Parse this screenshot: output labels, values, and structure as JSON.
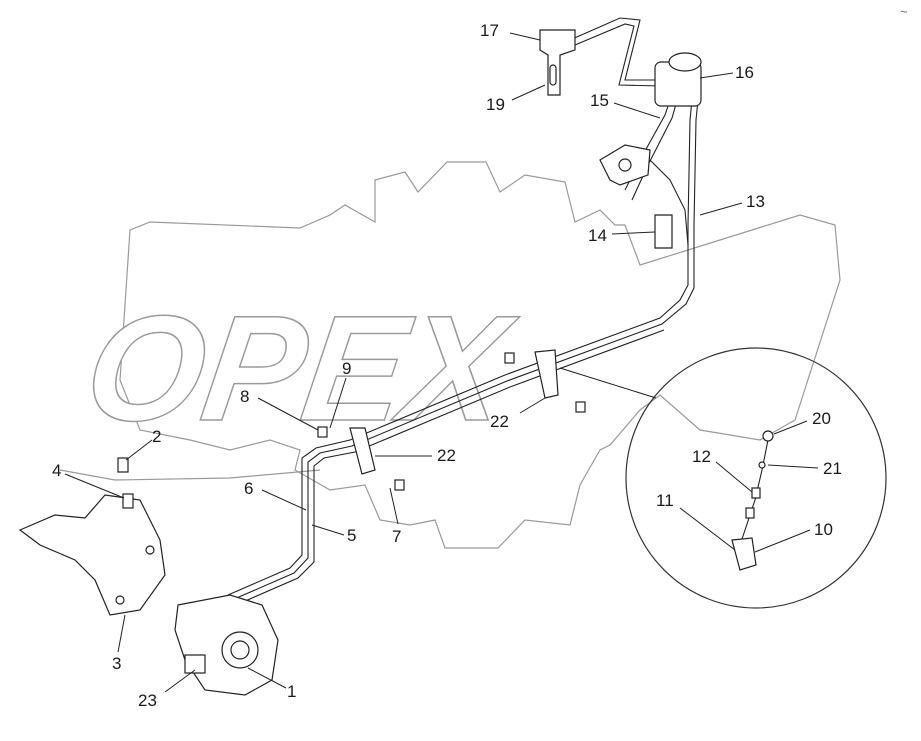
{
  "watermark": {
    "text": "OPEX"
  },
  "corner_mark": "~",
  "callouts": [
    {
      "id": "c17",
      "label": "17"
    },
    {
      "id": "c19",
      "label": "19"
    },
    {
      "id": "c16",
      "label": "16"
    },
    {
      "id": "c15",
      "label": "15"
    },
    {
      "id": "c13",
      "label": "13"
    },
    {
      "id": "c14",
      "label": "14"
    },
    {
      "id": "c9",
      "label": "9"
    },
    {
      "id": "c8",
      "label": "8"
    },
    {
      "id": "c2",
      "label": "2"
    },
    {
      "id": "c4",
      "label": "4"
    },
    {
      "id": "c6",
      "label": "6"
    },
    {
      "id": "c5",
      "label": "5"
    },
    {
      "id": "c7",
      "label": "7"
    },
    {
      "id": "c22a",
      "label": "22"
    },
    {
      "id": "c22b",
      "label": "22"
    },
    {
      "id": "c3",
      "label": "3"
    },
    {
      "id": "c23",
      "label": "23"
    },
    {
      "id": "c1",
      "label": "1"
    },
    {
      "id": "c20",
      "label": "20"
    },
    {
      "id": "c12",
      "label": "12"
    },
    {
      "id": "c21",
      "label": "21"
    },
    {
      "id": "c11",
      "label": "11"
    },
    {
      "id": "c10",
      "label": "10"
    }
  ]
}
